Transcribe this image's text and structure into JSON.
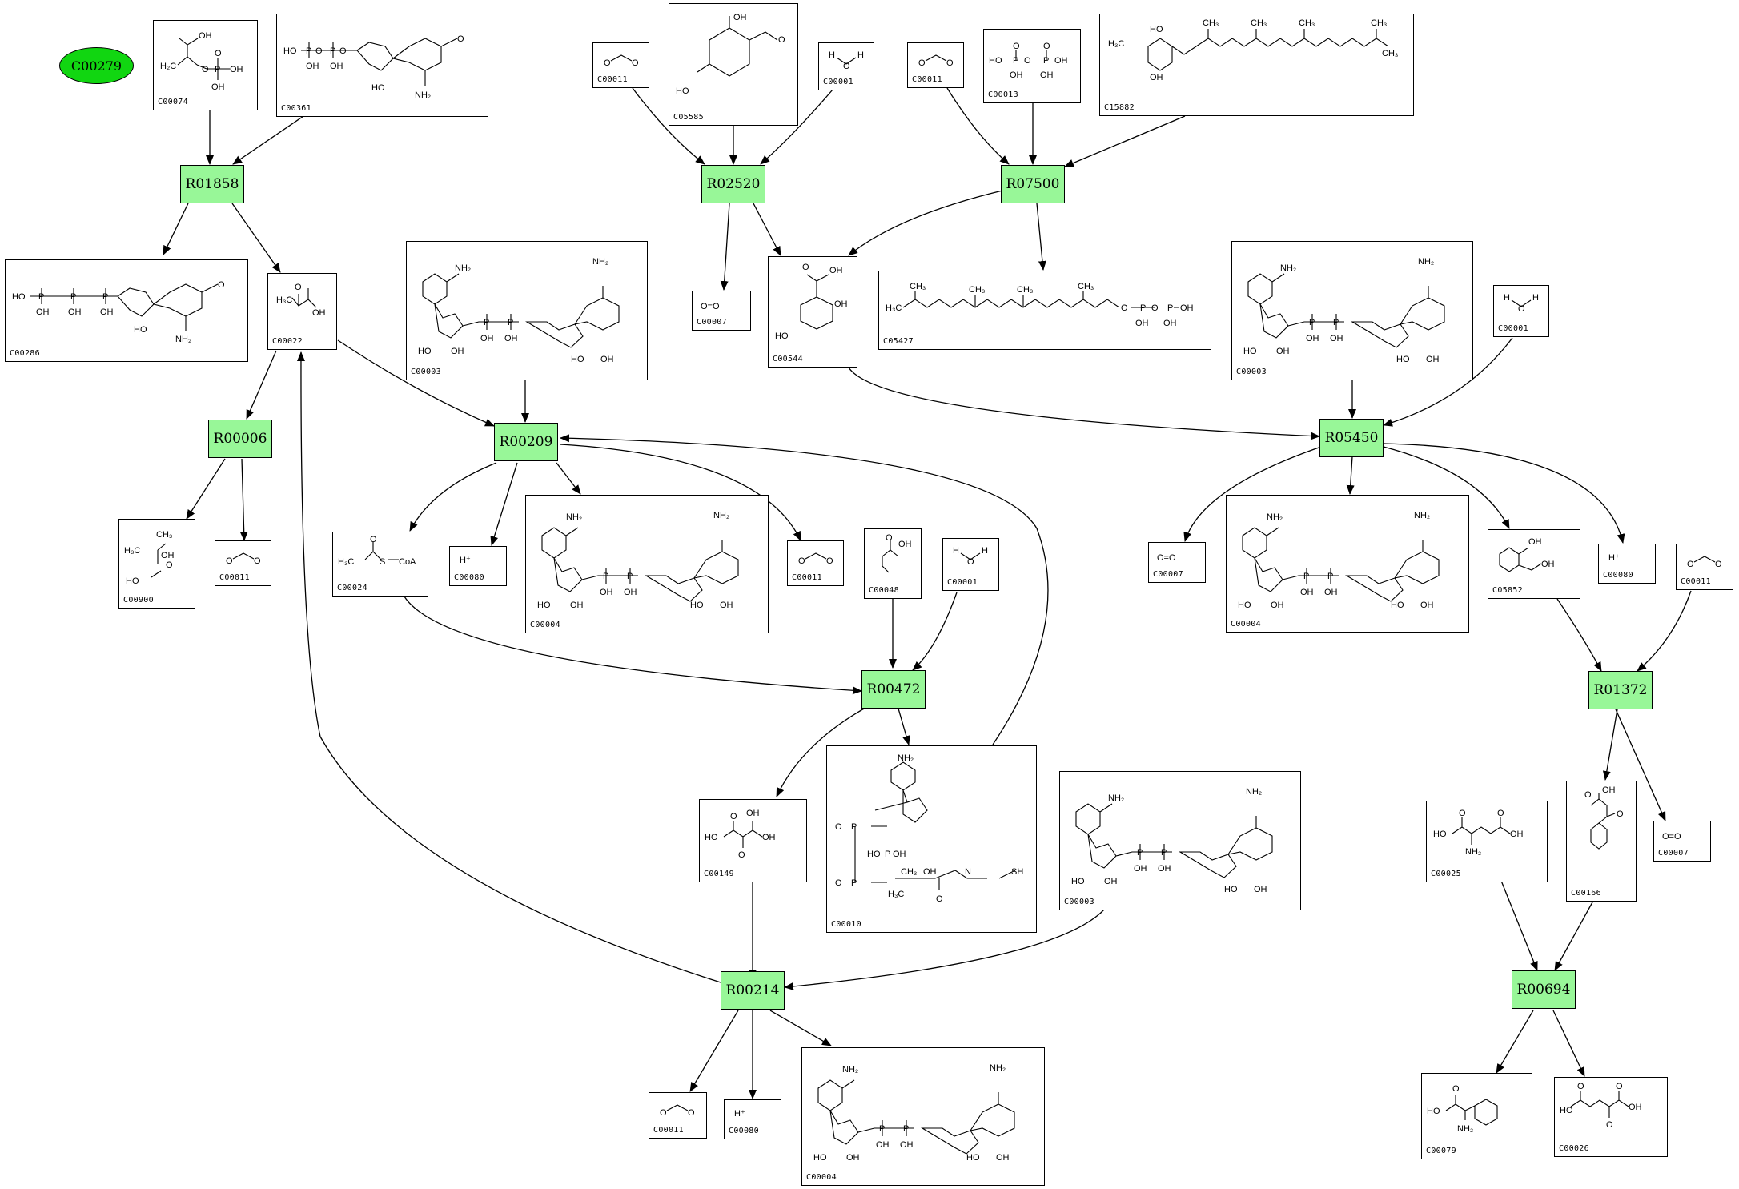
{
  "start_node": "C00279",
  "reactions": {
    "R01858": "R01858",
    "R02520": "R02520",
    "R07500": "R07500",
    "R00006": "R00006",
    "R00209": "R00209",
    "R05450": "R05450",
    "R00472": "R00472",
    "R01372": "R01372",
    "R00214": "R00214",
    "R00694": "R00694"
  },
  "compounds": {
    "C00074": "C00074",
    "C00361": "C00361",
    "C00286": "C00286",
    "C00022": "C00022",
    "C00011": "C00011",
    "C05585": "C05585",
    "C00001": "C00001",
    "C00013": "C00013",
    "C15882": "C15882",
    "C00007": "C00007",
    "C00544": "C00544",
    "C05427": "C05427",
    "C00003": "C00003",
    "C00900": "C00900",
    "C00024": "C00024",
    "C00080": "C00080",
    "C00004": "C00004",
    "C00048": "C00048",
    "C05852": "C05852",
    "C00149": "C00149",
    "C00010": "C00010",
    "C00166": "C00166",
    "C00025": "C00025",
    "C00079": "C00079",
    "C00026": "C00026"
  },
  "colors": {
    "reaction_fill": "#98f798",
    "start_fill": "#11d611",
    "edge": "#000000"
  }
}
